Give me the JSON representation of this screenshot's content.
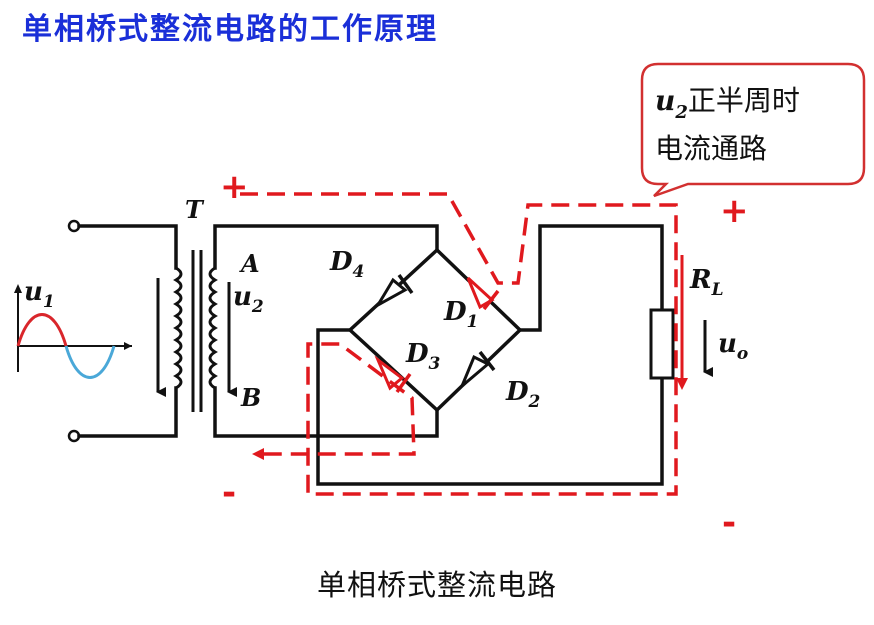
{
  "title": "单相桥式整流电路的工作原理",
  "caption": "单相桥式整流电路",
  "callout": {
    "line1_var": "u",
    "line1_sub": "2",
    "line1_text": "正半周时",
    "line2_text": "电流通路"
  },
  "labels": {
    "transformer": "T",
    "node_a": "A",
    "node_b": "B",
    "u1": "u",
    "u1_sub": "1",
    "u2": "u",
    "u2_sub": "2",
    "d1": "D",
    "d1_sub": "1",
    "d2": "D",
    "d2_sub": "2",
    "d3": "D",
    "d3_sub": "3",
    "d4": "D",
    "d4_sub": "4",
    "rl": "R",
    "rl_sub": "L",
    "uo": "u",
    "uo_sub": "o"
  },
  "polarity": {
    "top_left": "+",
    "bottom_left": "-",
    "top_right": "+",
    "bottom_right": "-"
  },
  "colors": {
    "title": "#1a2fd8",
    "current_path": "#e0191e",
    "sine_positive": "#d9262b",
    "sine_negative": "#4aa8d8",
    "wire": "#111111"
  }
}
